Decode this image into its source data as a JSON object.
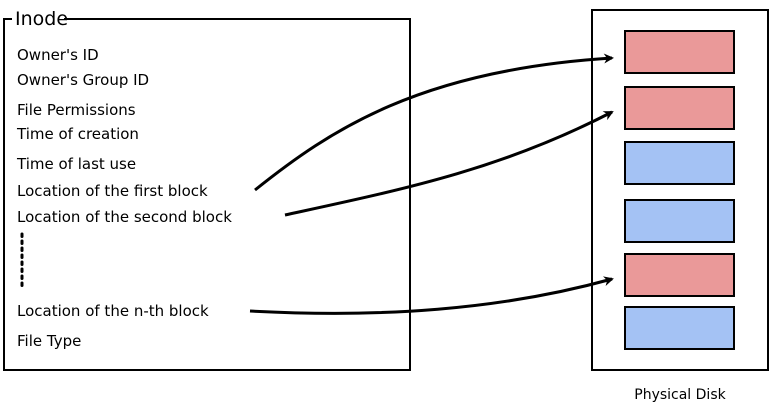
{
  "inode": {
    "title": "Inode",
    "fields": [
      "Owner's ID",
      "Owner's Group ID",
      "File Permissions",
      "Time of creation",
      "Time of last use",
      "Location of the first block",
      "Location of the second block",
      "Location of the n-th block",
      "File Type"
    ]
  },
  "disk": {
    "caption": "Physical Disk",
    "blocks": [
      "used",
      "used",
      "free",
      "free",
      "used",
      "free"
    ]
  },
  "colors": {
    "used": "#ea9999",
    "free": "#a4c2f4",
    "stroke": "#000000"
  }
}
